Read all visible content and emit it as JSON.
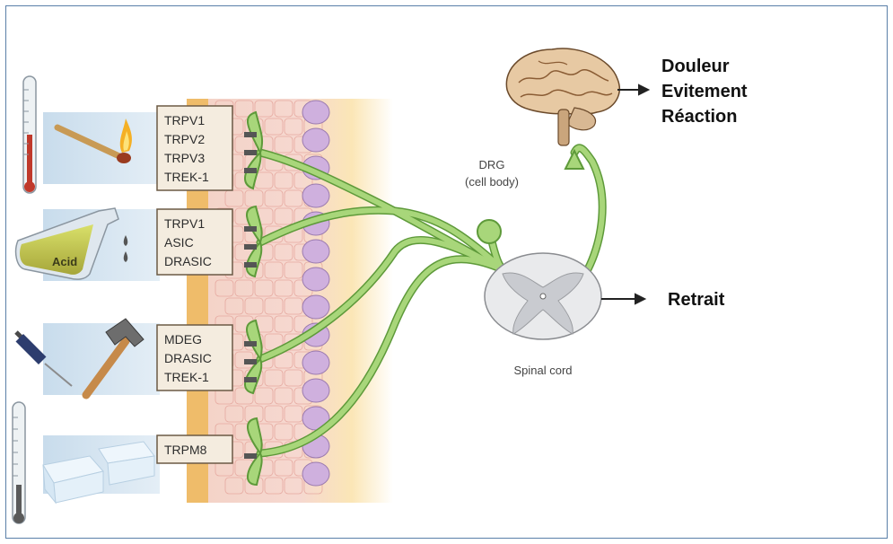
{
  "receptor_groups": [
    {
      "stimulus": "heat",
      "receptors": [
        "TRPV1",
        "TRPV2",
        "TRPV3",
        "TREK-1"
      ]
    },
    {
      "stimulus": "acid",
      "receptors": [
        "TRPV1",
        "ASIC",
        "DRASIC"
      ]
    },
    {
      "stimulus": "mechanical",
      "receptors": [
        "MDEG",
        "DRASIC",
        "TREK-1"
      ]
    },
    {
      "stimulus": "cold",
      "receptors": [
        "TRPM8"
      ]
    }
  ],
  "acid_label": "Acid",
  "drg": {
    "line1": "DRG",
    "line2": "(cell body)"
  },
  "spinal_cord_label": "Spinal cord",
  "brain_outcomes": [
    "Douleur",
    "Evitement",
    "Réaction"
  ],
  "spinal_outcome": "Retrait",
  "icons": {
    "thermometer": "thermometer-icon",
    "match": "burning-match-icon",
    "flask": "acid-flask-icon",
    "syringe": "syringe-icon",
    "hammer": "hammer-icon",
    "ice": "ice-cubes-icon",
    "brain": "brain-icon"
  },
  "colors": {
    "nerve": "#a8d67a",
    "nerve_stroke": "#5e9a3a",
    "skin_outer": "#f1c98a",
    "skin_dermis": "#f5cfc8",
    "epidermis_cells": "#c9a7d9",
    "spinal_gray": "#c9cbd0",
    "stimulus_band": "#d7e6f2"
  }
}
